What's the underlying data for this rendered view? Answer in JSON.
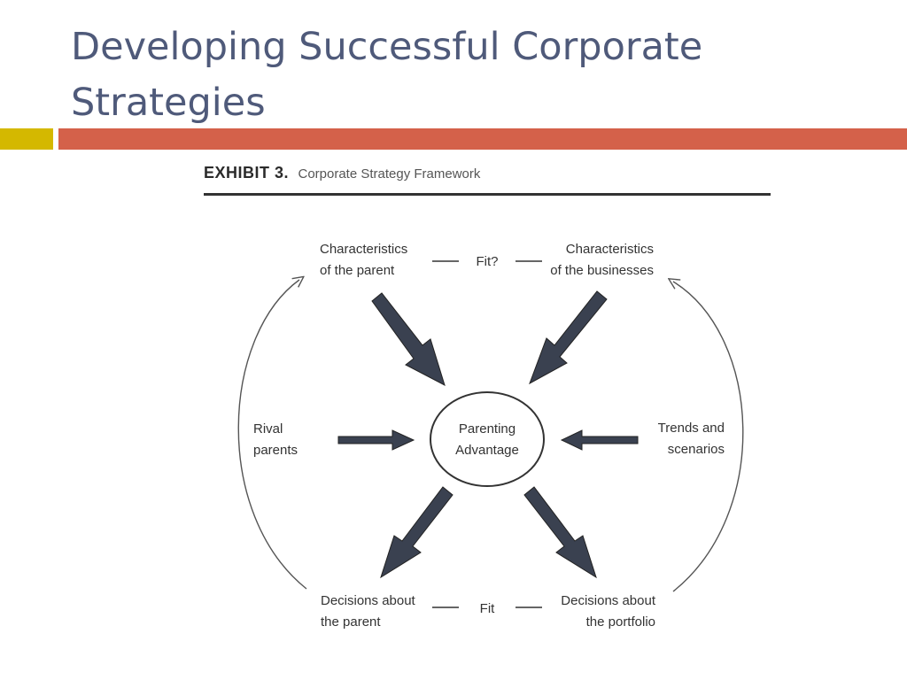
{
  "slide": {
    "title": "Developing Successful Corporate Strategies"
  },
  "exhibit": {
    "number": "EXHIBIT 3.",
    "caption": "Corporate Strategy Framework"
  },
  "diagram": {
    "center": {
      "line1": "Parenting",
      "line2": "Advantage"
    },
    "top_left": {
      "line1": "Characteristics",
      "line2": "of the parent"
    },
    "top_right": {
      "line1": "Characteristics",
      "line2": "of the businesses"
    },
    "top_fit": "Fit?",
    "left": {
      "line1": "Rival",
      "line2": "parents"
    },
    "right": {
      "line1": "Trends and",
      "line2": "scenarios"
    },
    "bottom_left": {
      "line1": "Decisions about",
      "line2": "the parent"
    },
    "bottom_right": {
      "line1": "Decisions about",
      "line2": "the portfolio"
    },
    "bottom_fit": "Fit"
  },
  "colors": {
    "title": "#4f5a7a",
    "accent_yellow": "#d4b800",
    "accent_red": "#d4614a",
    "arrow_fill": "#3a4150"
  }
}
